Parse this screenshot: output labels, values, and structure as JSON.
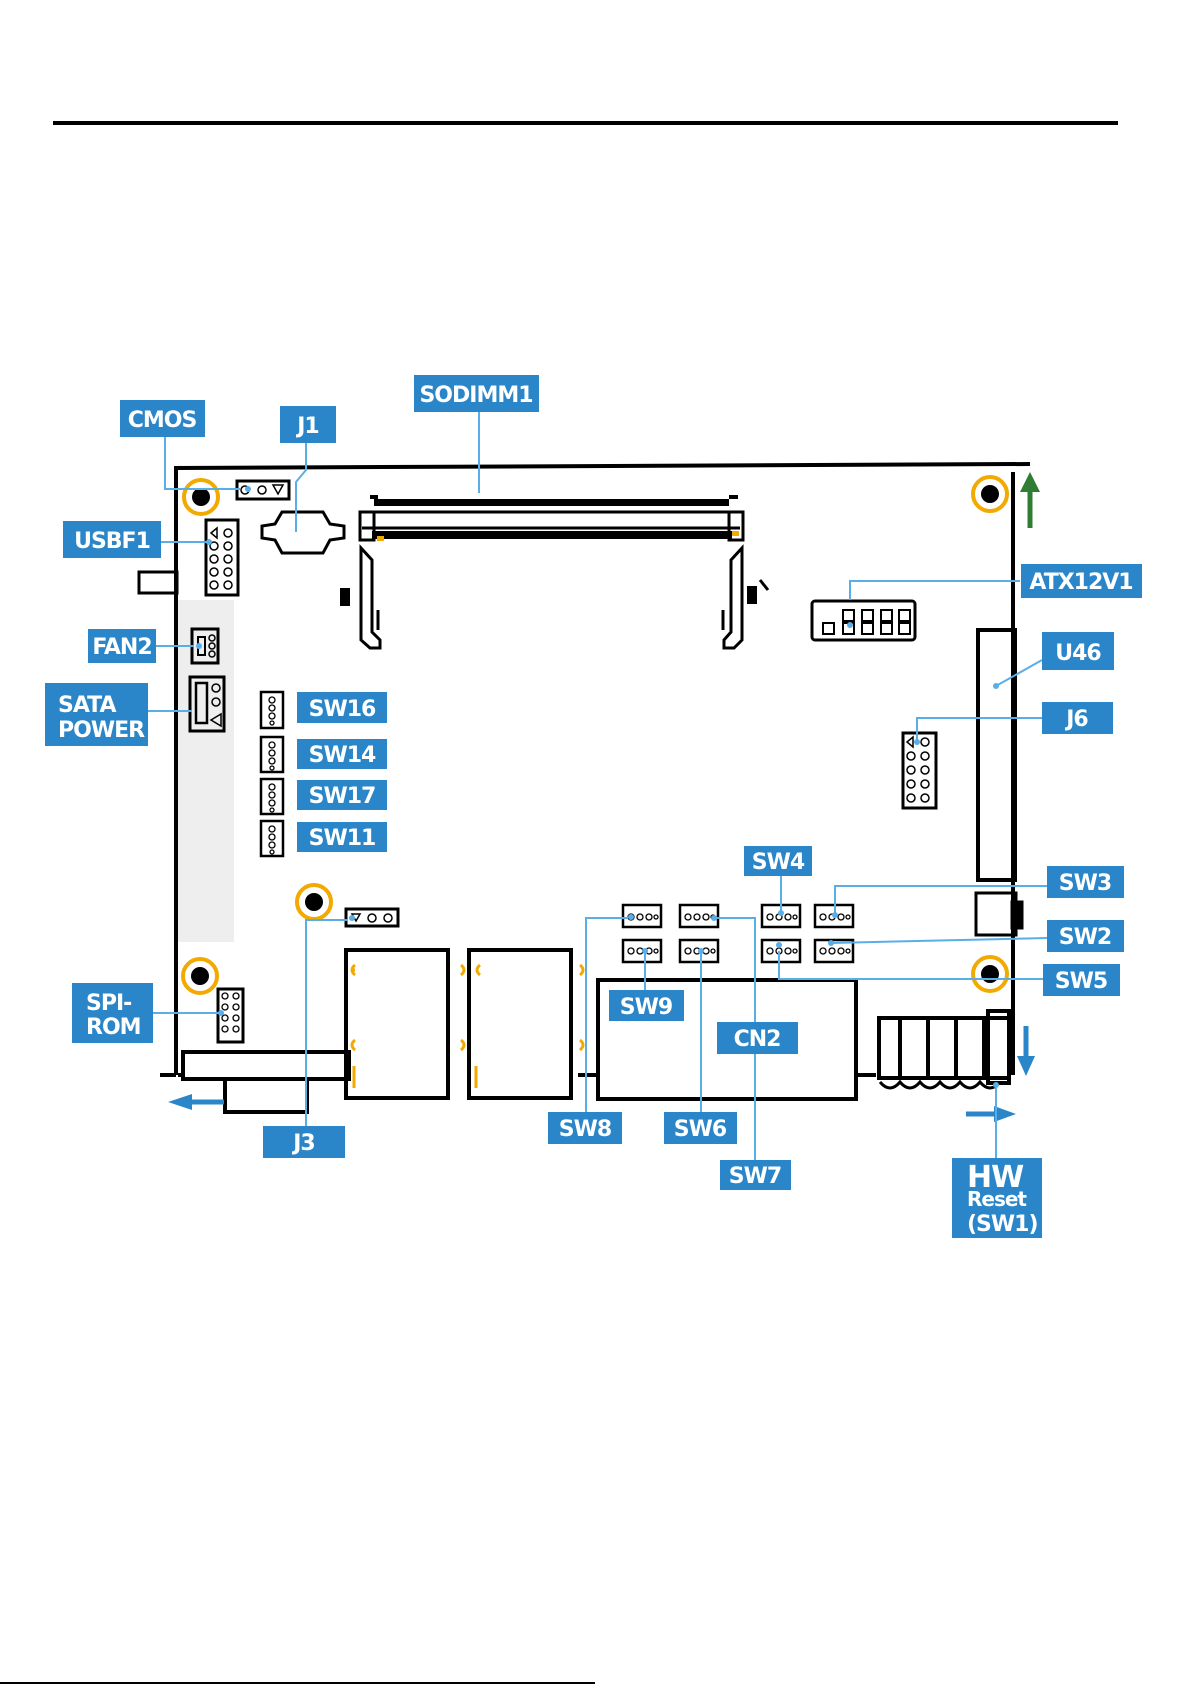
{
  "diagram": {
    "labels": {
      "cmos": "CMOS",
      "j1": "J1",
      "sodimm1": "SODIMM1",
      "usbf1": "USBF1",
      "fan2": "FAN2",
      "sata_power_1": "SATA",
      "sata_power_2": "POWER",
      "sw16": "SW16",
      "sw14": "SW14",
      "sw17": "SW17",
      "sw11": "SW11",
      "atx12v1": "ATX12V1",
      "u46": "U46",
      "j6": "J6",
      "sw4": "SW4",
      "sw3": "SW3",
      "sw2": "SW2",
      "sw5": "SW5",
      "sw9": "SW9",
      "cn2": "CN2",
      "spi_rom_1": "SPI-",
      "spi_rom_2": "ROM",
      "j3": "J3",
      "sw8": "SW8",
      "sw6": "SW6",
      "sw7": "SW7",
      "hw_reset_1": "HW",
      "hw_reset_2": "Reset",
      "hw_reset_3": "(SW1)"
    }
  },
  "colors": {
    "label_bg": "#2a86c8",
    "leader": "#5aaee8",
    "standoff": "#f2a900",
    "board": "#000000",
    "arrow_green": "#2e7d32",
    "arrow_blue": "#2a86c8",
    "shade": "#eeeeee"
  }
}
